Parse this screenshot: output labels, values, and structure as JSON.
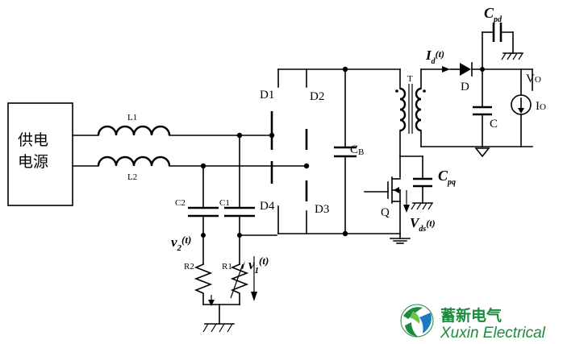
{
  "source_box": {
    "line1": "供电",
    "line2": "电源"
  },
  "inductors": {
    "l1": "L1",
    "l2": "L2"
  },
  "diodes": {
    "d1": "D1",
    "d2": "D2",
    "d3": "D3",
    "d4": "D4",
    "d": "D"
  },
  "caps": {
    "c1": "C1",
    "c2": "C2",
    "cb": "C",
    "cb_sub": "B",
    "c_out": "C"
  },
  "resistors": {
    "r1": "R1",
    "r2": "R2"
  },
  "transformer": {
    "label": "T"
  },
  "switch": {
    "label": "Q"
  },
  "output": {
    "vo": "V",
    "vo_sub": "O",
    "io": "I",
    "io_sub": "O"
  },
  "signals": {
    "id": "I",
    "id_sub": "d",
    "id_arg": "(t)",
    "vds": "V",
    "vds_sub": "ds",
    "vds_arg": "(t)",
    "v1": "v",
    "v1_sub": "1",
    "v1_arg": "(t)",
    "v2": "v",
    "v2_sub": "2",
    "v2_arg": "(t)",
    "cpd": "C",
    "cpd_sub": "pd",
    "cpq": "C",
    "cpq_sub": "pq"
  },
  "brand": {
    "name_cn": "蓄新电气",
    "name_en": "Xuxin Electrical",
    "colors": {
      "green": "#1c8a3c",
      "blue": "#1a7cc0"
    }
  }
}
